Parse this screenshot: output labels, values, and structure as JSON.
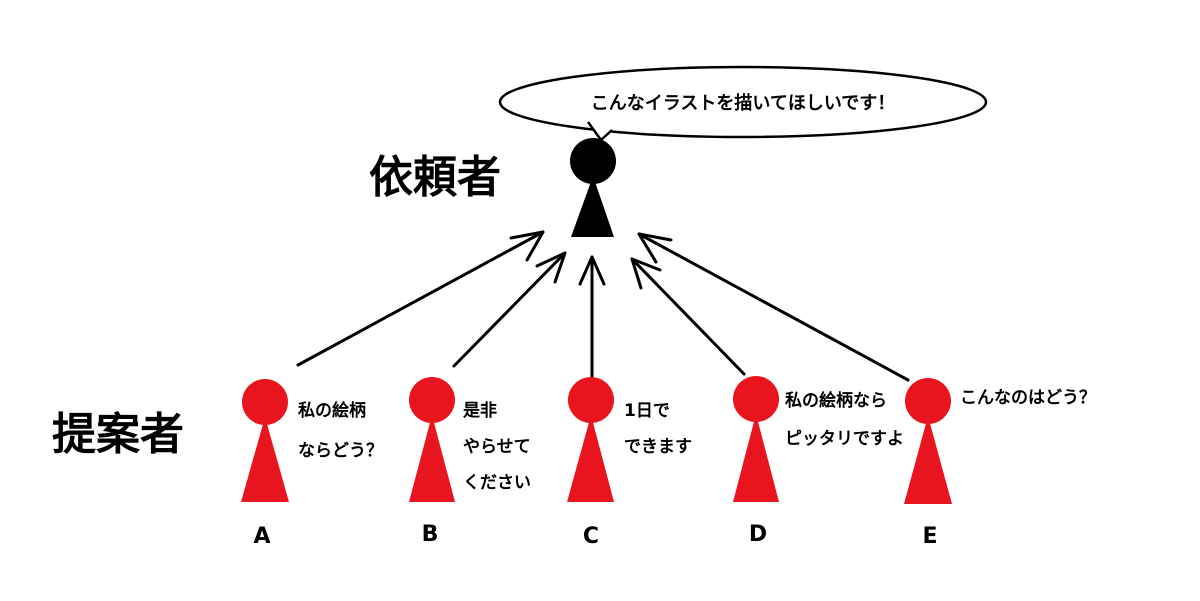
{
  "labels": {
    "requester": "依頼者",
    "proposers": "提案者"
  },
  "requester_bubble": "こんなイラストを描いてほしいです！",
  "colors": {
    "requester": "#000000",
    "proposer": "#e8141e",
    "line": "#000000"
  },
  "proposers": [
    {
      "letter": "A",
      "message": [
        "私の絵柄",
        "ならどう？"
      ]
    },
    {
      "letter": "B",
      "message": [
        "是非",
        "やらせて",
        "ください"
      ]
    },
    {
      "letter": "C",
      "message": [
        "1日で",
        "できます"
      ]
    },
    {
      "letter": "D",
      "message": [
        "私の絵柄なら",
        "ピッタリですよ"
      ]
    },
    {
      "letter": "E",
      "message": [
        "こんなのはどう？"
      ]
    }
  ]
}
